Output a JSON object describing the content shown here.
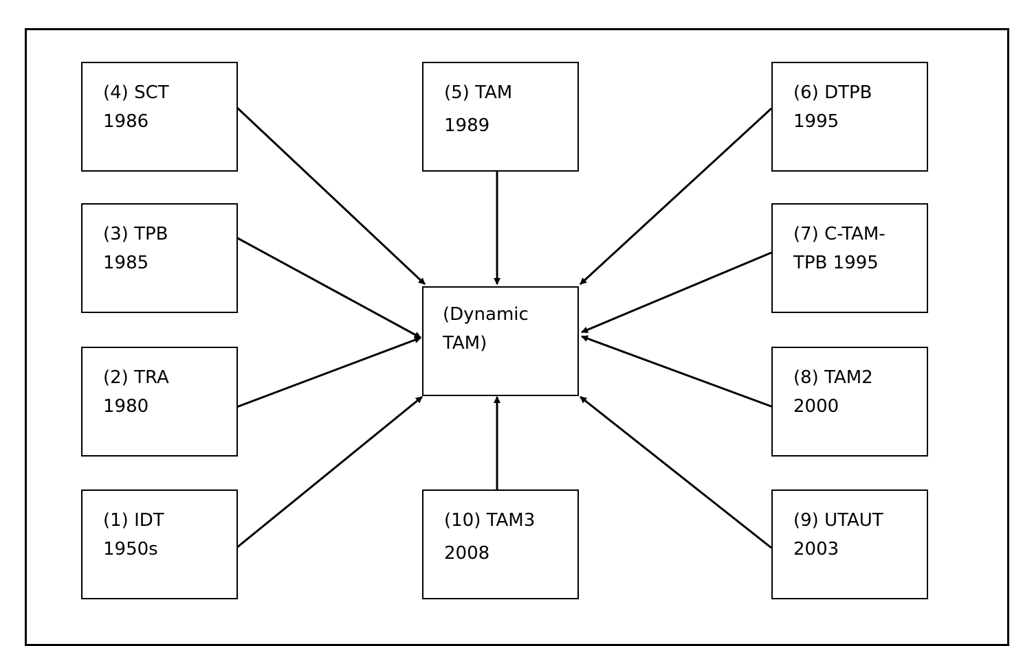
{
  "diagram": {
    "center": {
      "line1": " (Dynamic",
      "line2": "TAM)"
    },
    "nodes": [
      {
        "id": "idt",
        "line1": "(1) IDT",
        "line2": "1950s"
      },
      {
        "id": "tra",
        "line1": "(2) TRA",
        "line2": "1980"
      },
      {
        "id": "tpb",
        "line1": "(3) TPB",
        "line2": "1985"
      },
      {
        "id": "sct",
        "line1": "(4) SCT",
        "line2": "1986"
      },
      {
        "id": "tam",
        "line1": "(5) TAM",
        "line2": "1989"
      },
      {
        "id": "dtpb",
        "line1": "(6) DTPB",
        "line2": "1995"
      },
      {
        "id": "ctamtpb",
        "line1": "(7) C-TAM-",
        "line2": "TPB 1995"
      },
      {
        "id": "tam2",
        "line1": "(8) TAM2",
        "line2": "2000"
      },
      {
        "id": "utaut",
        "line1": "(9) UTAUT",
        "line2": "2003"
      },
      {
        "id": "tam3",
        "line1": "(10) TAM3",
        "line2": "2008"
      }
    ],
    "edges": [
      {
        "from": "idt",
        "to": "center"
      },
      {
        "from": "tra",
        "to": "center"
      },
      {
        "from": "tpb",
        "to": "center"
      },
      {
        "from": "sct",
        "to": "center"
      },
      {
        "from": "tam",
        "to": "center"
      },
      {
        "from": "dtpb",
        "to": "center"
      },
      {
        "from": "ctamtpb",
        "to": "center"
      },
      {
        "from": "tam2",
        "to": "center"
      },
      {
        "from": "utaut",
        "to": "center"
      },
      {
        "from": "tam3",
        "to": "center"
      }
    ],
    "colors": {
      "stroke": "#000000",
      "background": "#ffffff"
    }
  }
}
